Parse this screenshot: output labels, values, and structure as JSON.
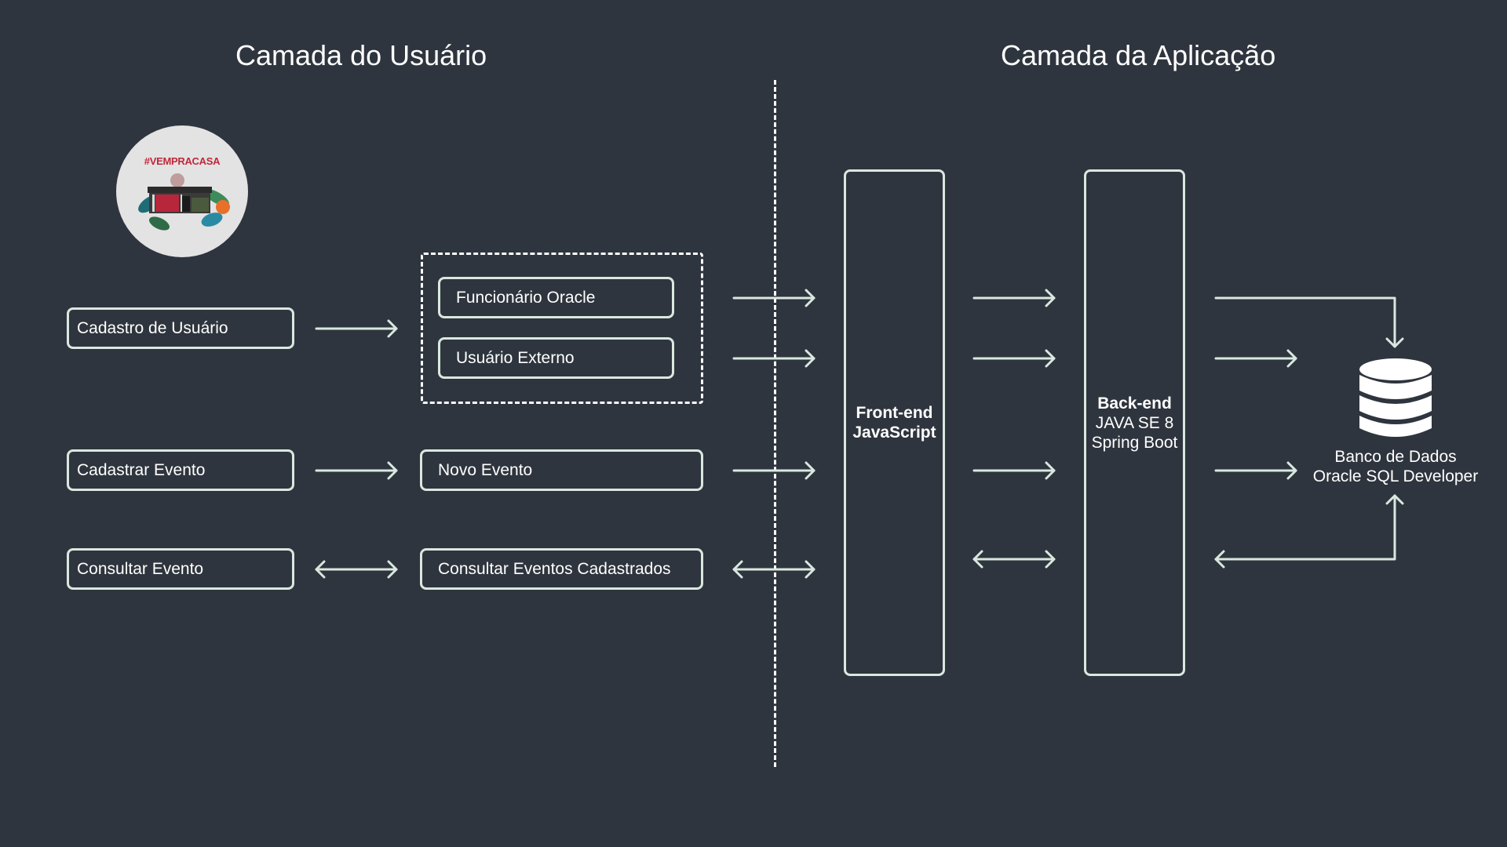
{
  "headings": {
    "user_layer": "Camada do Usuário",
    "app_layer": "Camada da Aplicação"
  },
  "logo": {
    "text": "#VEMPRACASA"
  },
  "user_actions": {
    "register_user": "Cadastro de Usuário",
    "register_event": "Cadastrar Evento",
    "query_event": "Consultar Evento"
  },
  "user_types": {
    "oracle_employee": "Funcionário Oracle",
    "external_user": "Usuário Externo"
  },
  "event_boxes": {
    "new_event": "Novo Evento",
    "query_registered": "Consultar Eventos Cadastrados"
  },
  "frontend": {
    "title": "Front-end",
    "tech": "JavaScript"
  },
  "backend": {
    "title": "Back-end",
    "tech1": "JAVA SE 8",
    "tech2": "Spring Boot"
  },
  "database": {
    "line1": "Banco de Dados",
    "line2": "Oracle SQL Developer",
    "icon": "database-icon"
  },
  "colors": {
    "background": "#2f353e",
    "stroke": "#d9e8df",
    "text": "#ffffff"
  }
}
